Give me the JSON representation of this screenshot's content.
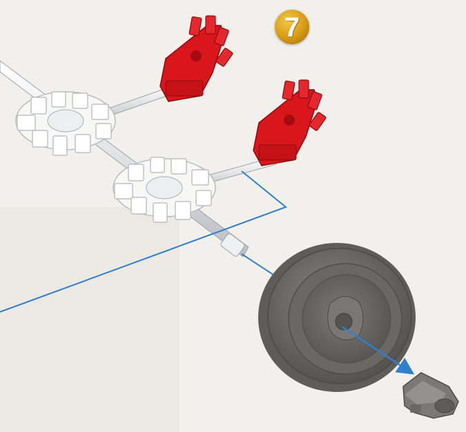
{
  "step": {
    "number": "7"
  },
  "colors": {
    "background": "#f1f0ec",
    "connector_red": "#d8161c",
    "connector_white": "#f7f7f5",
    "rod": "#e4e6e8",
    "wheel": "#6b6966",
    "arrow_blue": "#2f7fd0",
    "badge_gold": "#d79a14"
  },
  "parts": {
    "red_connectors": 2,
    "white_hubs": 2,
    "rods": 3,
    "wheels": 1,
    "caps": 1
  },
  "icons": [
    "step-badge",
    "assembly-arrow"
  ]
}
